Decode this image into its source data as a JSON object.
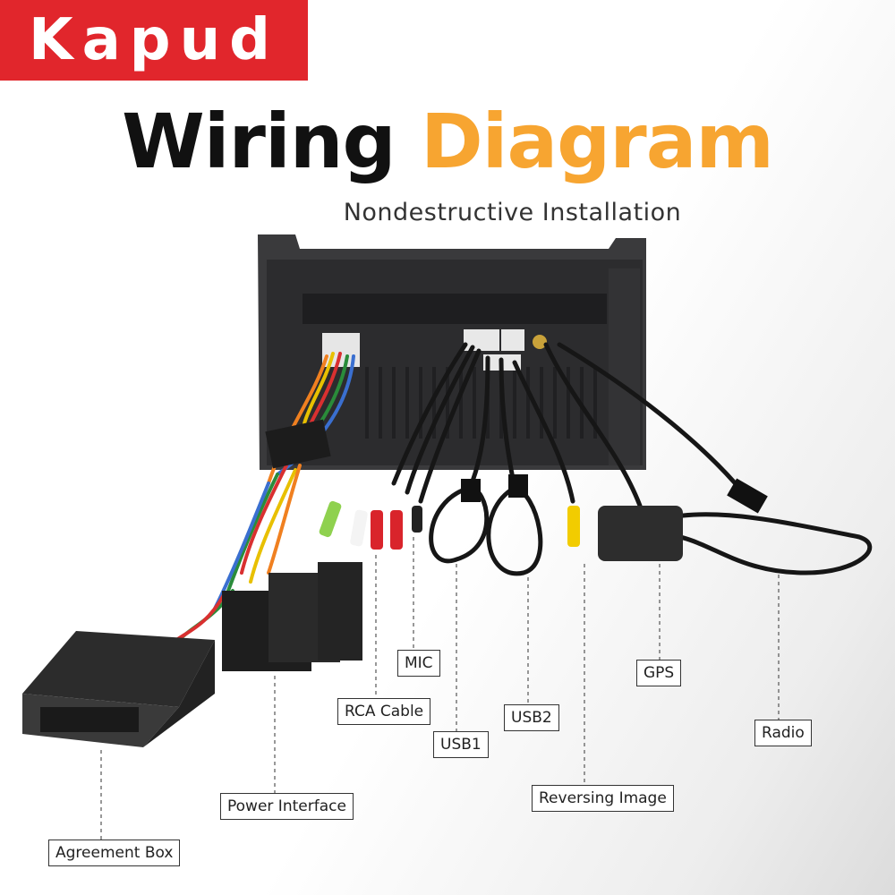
{
  "brand": {
    "logo": "Kapud",
    "color": "#e1262c"
  },
  "title": {
    "word1": "Wiring",
    "word2": "Diagram",
    "accent": "#f7a531"
  },
  "subtitle": "Nondestructive Installation",
  "callouts": {
    "agreement_box": "Agreement Box",
    "power_interface": "Power Interface",
    "rca_cable": "RCA Cable",
    "mic": "MIC",
    "usb1": "USB1",
    "usb2": "USB2",
    "reversing_image": "Reversing Image",
    "gps": "GPS",
    "radio": "Radio"
  }
}
